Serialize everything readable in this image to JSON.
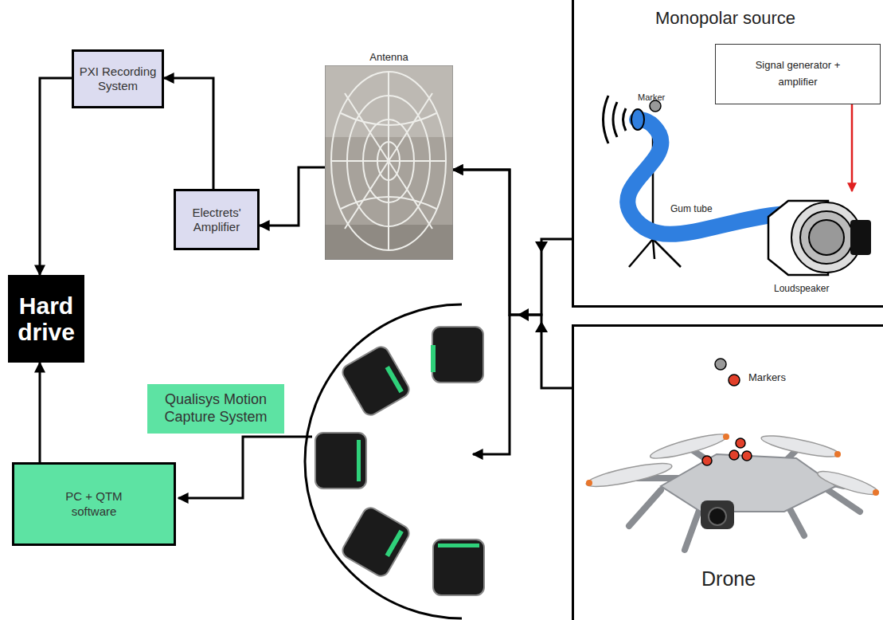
{
  "diagram": {
    "nodes": [
      {
        "text": [
          "PXI Recording System"
        ]
      },
      {
        "text": [
          "Antenna"
        ]
      },
      {
        "text": [
          "Monopolar source"
        ]
      },
      {
        "text": [
          "Signal generator + amplifier"
        ],
        "in": 2
      },
      {
        "text": [
          "Electrets' Amplifier"
        ]
      },
      {
        "text": [
          "Hard drive"
        ]
      },
      {
        "text": [
          "Qualisys Motion Capture System"
        ]
      },
      {
        "text": [
          "PC + QTM software"
        ]
      },
      {
        "text": [
          "Drone"
        ]
      }
    ],
    "edges": [
      {
        "from": 1,
        "to": 4,
        "arrow": "to"
      },
      {
        "from": 4,
        "to": 0,
        "arrow": "to"
      },
      {
        "from": 0,
        "to": 5,
        "arrow": "to"
      },
      {
        "from": 7,
        "to": 5,
        "arrow": "to"
      },
      {
        "from": 2,
        "to": 1,
        "arrow": "to"
      },
      {
        "from": 8,
        "to": 1,
        "arrow": "to"
      }
    ],
    "labels": [
      "Marker",
      "Gum tube",
      "Loudspeaker",
      "Markers"
    ]
  }
}
